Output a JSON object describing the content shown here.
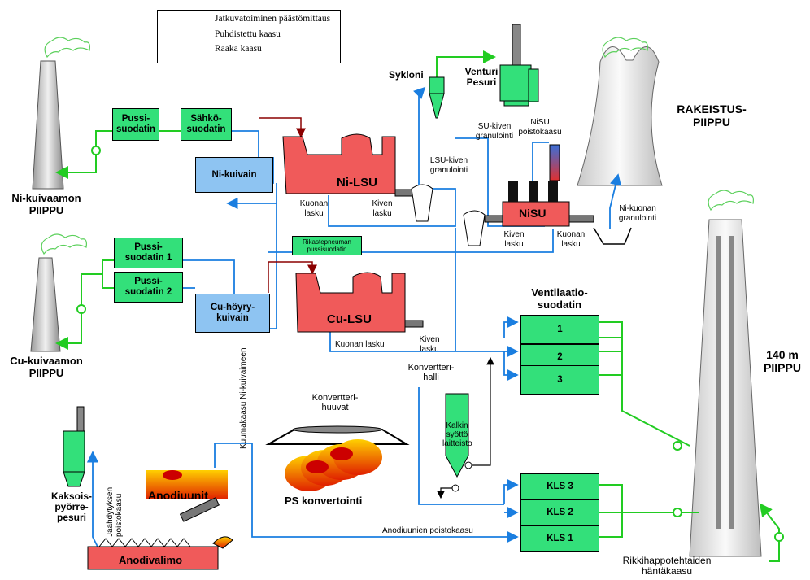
{
  "legend": {
    "continuous_measurement": "Jatkuvatoiminen päästömittaus",
    "cleaned_gas": "Puhdistettu kaasu",
    "raw_gas": "Raaka kaasu"
  },
  "stacks": {
    "ni_dryer_stack": "Ni-kuivaamon PIIPPU",
    "cu_dryer_stack": "Cu-kuivaamon PIIPPU",
    "granulation_stack": "RAKEISTUS- PIIPPU",
    "main_stack": "140 m PIIPPU"
  },
  "filters": {
    "bag_filter": "Pussi- suodatin",
    "electro_filter": "Sähkö- suodatin",
    "bag_filter_1": "Pussi- suodatin 1",
    "bag_filter_2": "Pussi- suodatin 2",
    "concentrate_bag_filter": "Rikastepneuman pussisuodatin"
  },
  "dryers": {
    "ni_dryer": "Ni-kuivain",
    "cu_dryer": "Cu-höyry- kuivain"
  },
  "furnaces": {
    "ni_lsu": "Ni-LSU",
    "cu_lsu": "Cu-LSU",
    "nisu": "NiSU",
    "anode_furnaces": "Anodiuunit",
    "anode_casting": "Anodivalimo",
    "ps_converting": "PS konvertointi"
  },
  "cyclone_equipment": {
    "cyclone": "Sykloni",
    "venturi_scrubber": "Venturi Pesuri",
    "twin_cyclone_scrubber": "Kaksois- pyörre- pesuri",
    "lime_feed": "Kalkin syöttö laitteisto"
  },
  "ventilation": {
    "title": "Ventilaatio- suodatin",
    "units": [
      "1",
      "2",
      "3"
    ]
  },
  "kls": {
    "units": [
      "KLS 3",
      "KLS 2",
      "KLS 1"
    ]
  },
  "labels": {
    "slag_tap_ni": "Kuonan lasku",
    "stone_tap_ni": "Kiven lasku",
    "lsu_stone_granulation": "LSU-kiven granulointi",
    "su_stone_granulation": "SU-kiven granulointi",
    "nisu_offgas": "NiSU poistokaasu",
    "stone_tap_nisu": "Kiven lasku",
    "slag_tap_nisu": "Kuonan lasku",
    "ni_slag_granulation": "Ni-kuonan granulointi",
    "slag_tap_cu": "Kuonan lasku",
    "stone_tap_cu": "Kiven lasku",
    "converter_hoods": "Konvertteri- huuvat",
    "converter_hall": "Konvertteri- halli",
    "hot_gas_to_ni_dryer": "Kuumakaasu Ni-kuivaimeen",
    "cooling_offgas": "Jäähdytyksen poistokaasu",
    "anode_offgas": "Anodiuunien poistokaasu",
    "tail_gas": "Rikkihappotehtaiden häntäkaasu"
  },
  "colors": {
    "cleaned_gas": "#22cc22",
    "raw_gas": "#1a7ee0",
    "filter_green": "#33e07a",
    "dryer_blue": "#8ec4f2",
    "furnace_red": "#f05a5a",
    "feed_darkred": "#8b0000"
  }
}
